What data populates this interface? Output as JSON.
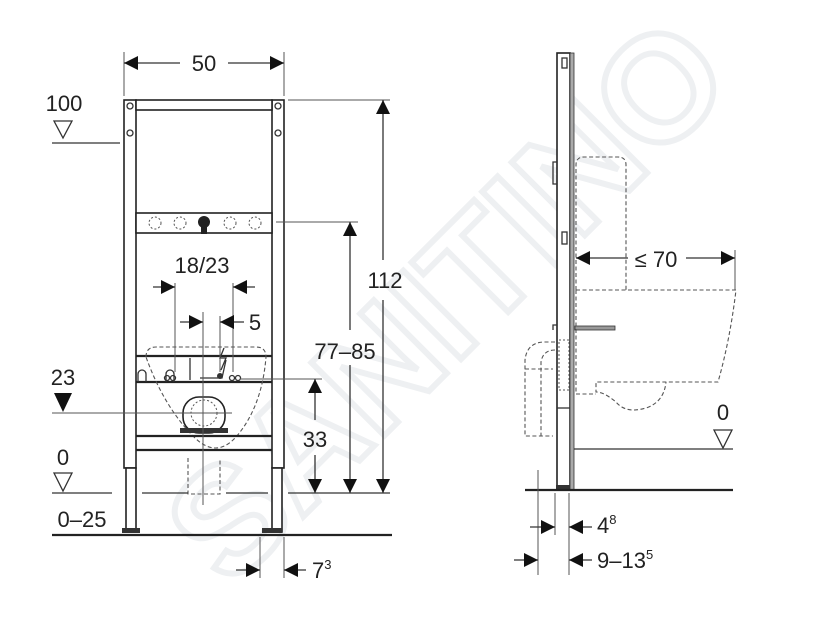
{
  "watermark": "SANITINO",
  "front_view": {
    "width_label": "50",
    "top_level_label": "100",
    "height_total_label": "112",
    "rail_height_label": "77–85",
    "drain_spacing_label": "18/23",
    "drain_offset_label": "5",
    "outlet_level_label": "23",
    "outlet_height_label": "33",
    "floor_level_label": "0",
    "foot_adjust_label": "0–25",
    "foot_depth_label": "7",
    "foot_depth_sup": "3"
  },
  "side_view": {
    "projection_label": "≤ 70",
    "floor_level_label": "0",
    "frame_depth_label": "4",
    "frame_depth_sup": "8",
    "wall_distance_label": "9–13",
    "wall_distance_sup": "5"
  }
}
